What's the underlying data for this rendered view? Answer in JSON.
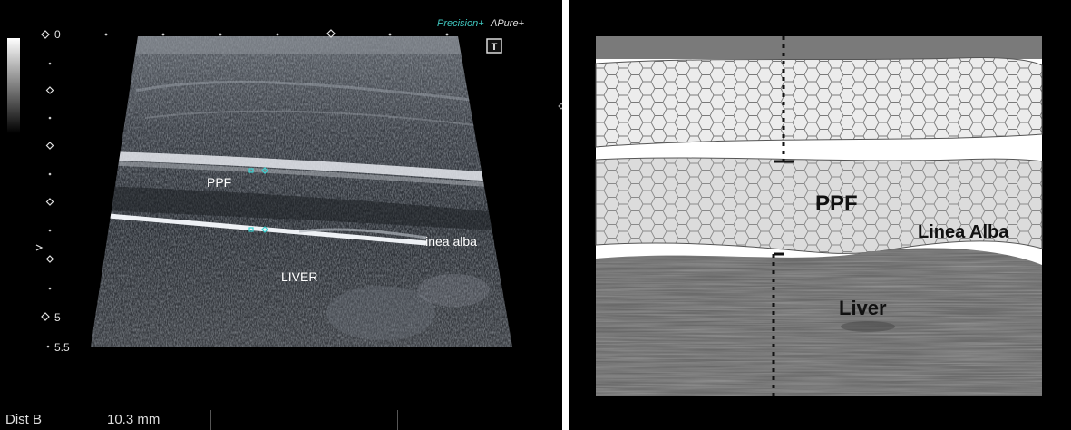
{
  "ultrasound": {
    "header_left": "Precision+",
    "header_right": "APure+",
    "t_marker": "T",
    "depth_top": "0",
    "depth_mid": "5",
    "depth_bottom": "5.5",
    "labels": {
      "ppf": "PPF",
      "linea_alba": "linea alba",
      "liver": "LIVER"
    },
    "measurement": {
      "label": "Dist  B",
      "value": "10.3 mm"
    }
  },
  "diagram": {
    "labels": {
      "ppf": "PPF",
      "linea_alba": "Linea Alba",
      "liver": "Liver"
    }
  },
  "colors": {
    "us_background": "#000000",
    "caliper": "#3ad0d0",
    "header_accent": "#40c8c0",
    "diagram_fat": "#e8e8e8",
    "diagram_liver": "#6a6a6a",
    "diagram_text": "#111111"
  }
}
